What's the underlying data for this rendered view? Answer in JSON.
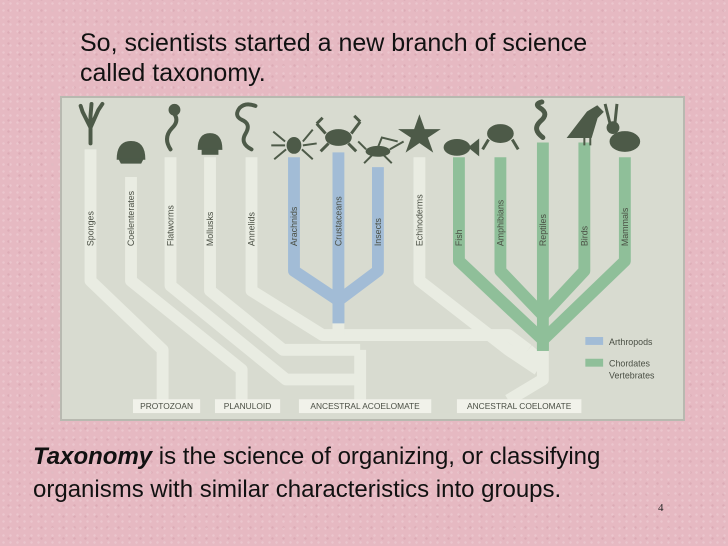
{
  "heading": {
    "line1": "So, scientists started a new branch of science",
    "line2": "called taxonomy."
  },
  "diagram": {
    "colors": {
      "panel": "#d8dbd0",
      "neutral_branch": "#e9ece2",
      "arthropods": "#a2bcd6",
      "chordates": "#8fbf99",
      "silhouette": "#4d5a48",
      "label_text": "#4a4f44",
      "ancestor_box": "#f1f2ea"
    },
    "groups": [
      "Sponges",
      "Coelenterates",
      "Flatworms",
      "Mollusks",
      "Annelids",
      "Arachnids",
      "Crustaceans",
      "Insects",
      "Echinoderms",
      "Fish",
      "Amphibians",
      "Reptiles",
      "Birds",
      "Mammals"
    ],
    "ancestors": [
      "PROTOZOAN",
      "PLANULOID",
      "ANCESTRAL ACOELOMATE",
      "ANCESTRAL COELOMATE"
    ],
    "legend": {
      "arthropods": "Arthropods",
      "chordates_line1": "Chordates",
      "chordates_line2": "Vertebrates"
    }
  },
  "footer": {
    "term": "Taxonomy",
    "rest": " is the science of organizing, or classifying",
    "line2": "organisms with similar characteristics into groups."
  },
  "slide_number": "4"
}
